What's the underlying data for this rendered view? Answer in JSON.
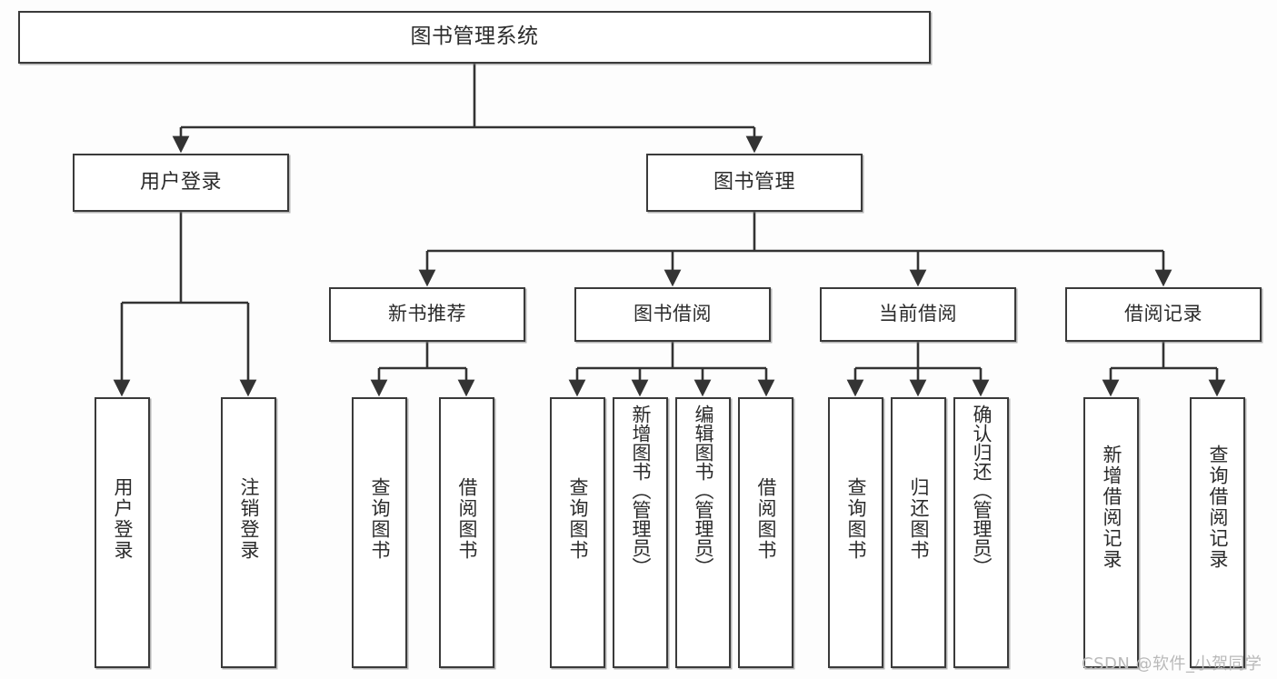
{
  "diagram": {
    "type": "tree",
    "title": "图书管理系统",
    "watermark": "CSDN @软件_小贺同学",
    "colors": {
      "border": "#3a3a3a",
      "node_fill": "#ffffff",
      "text": "#2b2b2b",
      "edge": "#333333",
      "background": "#fdfdfd",
      "watermark": "#b9b9b9"
    },
    "root": {
      "label": "图书管理系统"
    },
    "level2": [
      {
        "label": "用户登录"
      },
      {
        "label": "图书管理"
      }
    ],
    "level3": [
      {
        "label": "新书推荐"
      },
      {
        "label": "图书借阅"
      },
      {
        "label": "当前借阅"
      },
      {
        "label": "借阅记录"
      }
    ],
    "leaves": {
      "user_login": [
        {
          "label": "用户登录"
        },
        {
          "label": "注销登录"
        }
      ],
      "new_book_recommend": [
        {
          "label": "查询图书"
        },
        {
          "label": "借阅图书"
        }
      ],
      "book_borrow": [
        {
          "label": "查询图书"
        },
        {
          "label": "新增图书（管理员）"
        },
        {
          "label": "编辑图书（管理员）"
        },
        {
          "label": "借阅图书"
        }
      ],
      "current_borrow": [
        {
          "label": "查询图书"
        },
        {
          "label": "归还图书"
        },
        {
          "label": "确认归还（管理员）"
        }
      ],
      "borrow_record": [
        {
          "label": "新增借阅记录"
        },
        {
          "label": "查询借阅记录"
        }
      ]
    }
  }
}
